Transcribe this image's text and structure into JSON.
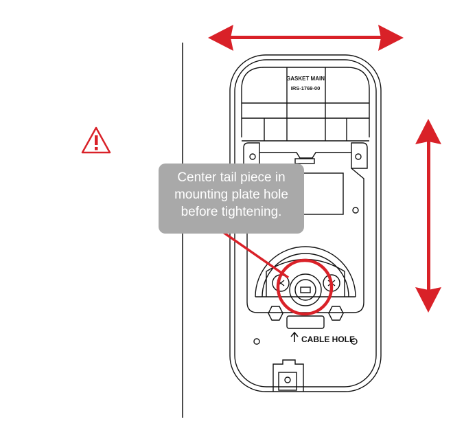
{
  "callout": {
    "lines": [
      "Center tail piece in",
      "mounting plate hole",
      "before tightening."
    ]
  },
  "plate": {
    "gasket_label": "GASKET MAIN",
    "part_number": "IRS-1769-00",
    "cable_hole_label": "CABLE HOLE"
  },
  "colors": {
    "accent_red": "#d92128",
    "callout_bg": "#a9a9a9",
    "line": "#111111"
  },
  "icons": {
    "warning": "warning-triangle-icon",
    "horizontal_arrow": "double-arrow-horizontal-icon",
    "vertical_arrow": "double-arrow-vertical-icon",
    "cable_arrow": "up-arrow-icon"
  }
}
